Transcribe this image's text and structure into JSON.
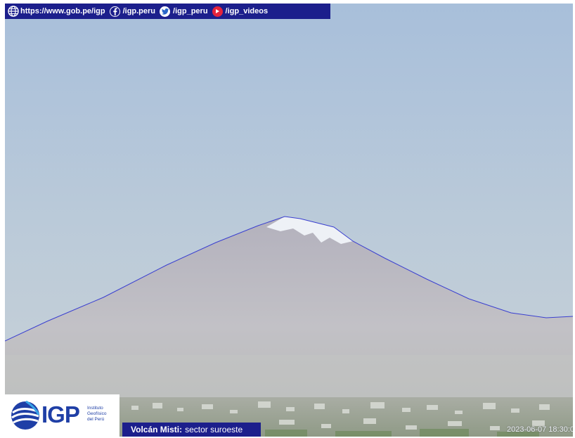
{
  "topbar": {
    "website": "https://www.gob.pe/igp",
    "facebook": "/igp.peru",
    "twitter": "/igp_peru",
    "youtube": "/igp_videos"
  },
  "logo": {
    "name": "IGP",
    "subtitle_line1": "Instituto",
    "subtitle_line2": "Geofísico",
    "subtitle_line3": "del Perú"
  },
  "caption": {
    "volcano": "Volcán Misti:",
    "sector": "sector suroeste"
  },
  "timestamp": "2023-06-07 18:30:0",
  "colors": {
    "bar_bg": "#1c1f8c",
    "logo_blue": "#1f3fa6",
    "sky_top": "#a9bfd9",
    "sky_bottom": "#c7d0d8",
    "outline": "#3a3fd0"
  }
}
